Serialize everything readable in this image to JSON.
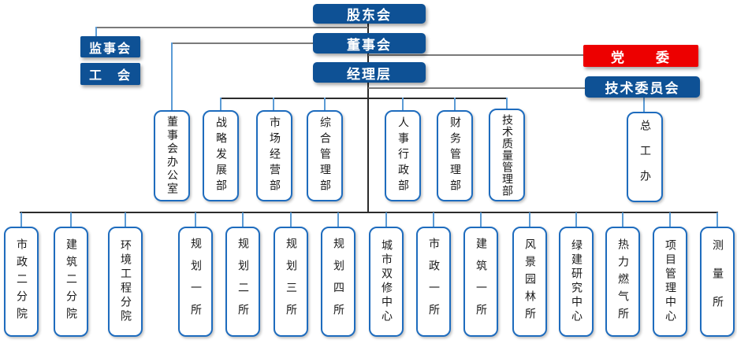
{
  "colors": {
    "node_fill_blue": "#0E5195",
    "party_red": "#ED0000",
    "box_border_blue": "#1E6CBE",
    "stub_blue": "#5B9BD5",
    "line_gray": "#7A7A7A",
    "line_dark": "#2B2B2B",
    "text_dark": "#1A1A1A",
    "text_white": "#FFFFFF"
  },
  "nodes": {
    "shareholders": "股东会",
    "supervisory_board": "监事会",
    "labor_union": "工　会",
    "board_of_directors": "董事会",
    "management_level": "经理层",
    "party_committee": "党　　委",
    "technical_committee": "技术委员会"
  },
  "departments": [
    "董事会办公室",
    "战略发展部",
    "市场经营部",
    "综合管理部",
    "人事行政部",
    "财务管理部",
    "技术质量管理部",
    "总工办"
  ],
  "branches": [
    "市政二分院",
    "建筑二分院",
    "环境工程分院",
    "规划一所",
    "规划二所",
    "规划三所",
    "规划四所",
    "城市双修中心",
    "市政一所",
    "建筑一所",
    "风景园林所",
    "绿建研究中心",
    "热力燃气所",
    "项目管理中心",
    "测量所"
  ]
}
